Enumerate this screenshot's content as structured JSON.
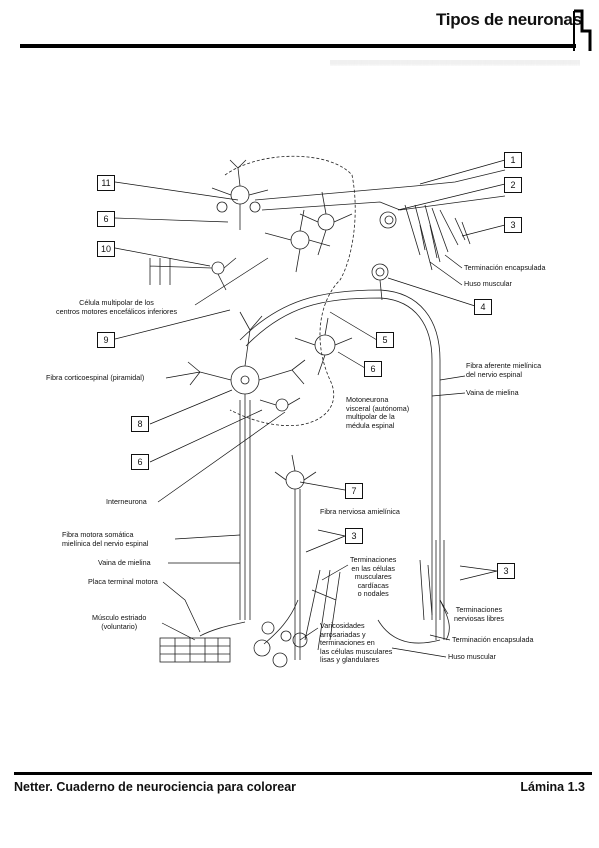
{
  "header": {
    "title": "Tipos de neuronas"
  },
  "footer": {
    "book_title": "Netter. Cuaderno de neurociencia para colorear",
    "plate": "Lámina 1.3"
  },
  "numbers": {
    "n1": "1",
    "n2": "2",
    "n3a": "3",
    "n3b": "3",
    "n3c": "3",
    "n4": "4",
    "n5": "5",
    "n6a": "6",
    "n6b": "6",
    "n6c": "6",
    "n7": "7",
    "n8": "8",
    "n9": "9",
    "n10": "10",
    "n11": "11"
  },
  "labels": {
    "terminacion_encapsulada_top": "Terminación encapsulada",
    "huso_muscular_top": "Huso muscular",
    "celula_multipolar": "Célula multipolar de los\ncentros motores encefálicos inferiores",
    "fibra_corticoespinal": "Fibra corticoespinal (piramidal)",
    "motoneurona_visceral": "Motoneurona\nvisceral (autónoma)\nmultipolar de la\nmédula espinal",
    "fibra_aferente": "Fibra aferente mielínica\ndel nervio espinal",
    "vaina_mielina_right": "Vaina de mielina",
    "interneurona": "Interneurona",
    "fibra_nerviosa_amielinica": "Fibra nerviosa amielínica",
    "fibra_motora_somatica": "Fibra motora somática\nmielínica del nervio espinal",
    "vaina_mielina_left": "Vaina de mielina",
    "placa_terminal": "Placa terminal motora",
    "musculo_estriado": "Músculo estriado\n(voluntario)",
    "terminaciones_cardiacas": "Terminaciones\nen las células\nmusculares\ncardíacas\no nodales",
    "varicosidades": "Varicosidades\narrosariadas y\nterminaciones en\nlas células musculares\nlisas y glandulares",
    "terminaciones_libres": "Terminaciones\nnerviosas libres",
    "terminacion_encapsulada_bottom": "Terminación encapsulada",
    "huso_muscular_bottom": "Huso muscular"
  },
  "colors": {
    "ink": "#111111",
    "ghost_text": "#c9c9c9"
  }
}
